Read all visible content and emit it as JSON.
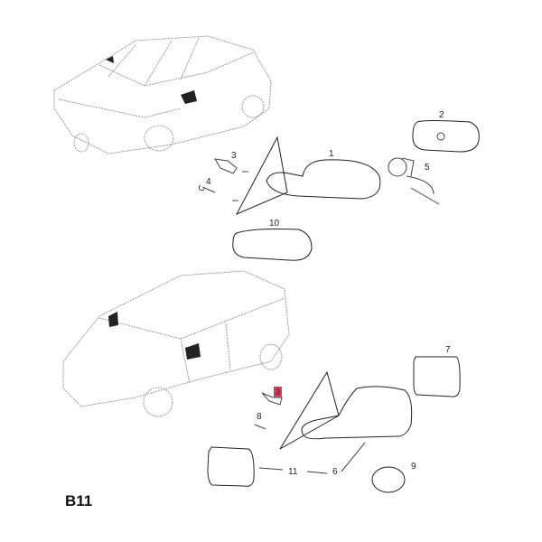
{
  "diagram_code": "B11",
  "highlight_color": "#c8435e",
  "top_group": {
    "labels": {
      "p1": "1",
      "p2": "2",
      "p3": "3",
      "p4": "4",
      "p5": "5",
      "p10": "10"
    }
  },
  "bottom_group": {
    "labels": {
      "p3": "3",
      "p6": "6",
      "p7": "7",
      "p8": "8",
      "p9": "9",
      "p11": "11"
    }
  }
}
